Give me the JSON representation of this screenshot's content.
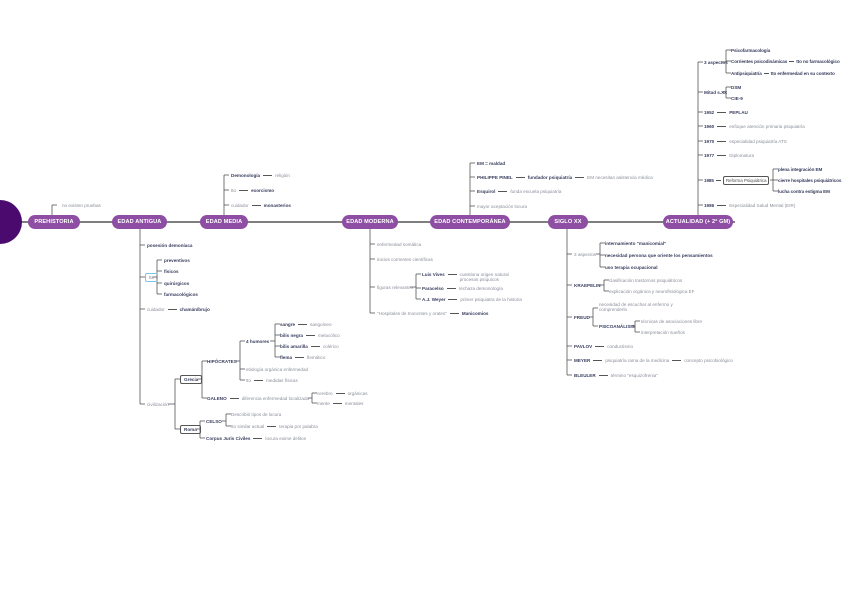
{
  "colors": {
    "root": "#4b0a6e",
    "pill": "#8d4ea3",
    "line": "#555555",
    "text": "#8a8f9c",
    "bold_text": "#3b4060",
    "highlight_box": "#7cc4ea"
  },
  "main": [
    "PREHISTORIA",
    "EDAD ANTIGUA",
    "EDAD MEDIA",
    "EDAD MODERNA",
    "EDAD CONTEMPORÁNEA",
    "SIGLO XX",
    "ACTUALIDAD (+ 2ª GM)"
  ],
  "prehistoria": {
    "a": "no existen pruebas"
  },
  "media": {
    "demonologia": "Demonología",
    "religion": "religión",
    "tto": "tto",
    "exorcismo": "exorcismo",
    "cuidador": "cuidador",
    "monasterios": "monasterios"
  },
  "antigua": {
    "posesion": "posesión demoníaca",
    "tto": "tto",
    "tto_items": [
      "preventivos",
      "físicos",
      "quirúrgicos",
      "farmacológicos"
    ],
    "cuidador": "cuidador",
    "chaman": "chamán/brujo",
    "civilizacion": "civilización",
    "grecia": "Grecia",
    "roma": "Roma",
    "hipocrates": "HIPÓCRATES",
    "humores": "4 humores",
    "humor_items": [
      [
        "sangre",
        "sanguíneo"
      ],
      [
        "bilis negra",
        "melacólico"
      ],
      [
        "bilis amarilla",
        "colérico"
      ],
      [
        "flema",
        "flemático"
      ]
    ],
    "etiologia": "etiología orgánica enfermedad",
    "tto2": "tto",
    "medidas": "medidas físicas",
    "galeno": "GALENO",
    "diferencia": "diferencia enfermedad localizada",
    "cerebro": "cerebro",
    "organicas": "orgánicas",
    "mente": "mente",
    "mentales": "mentales",
    "celso": "CELSO",
    "describio": "Describió tipos de locura",
    "tto_similar": "tto similar actual",
    "terapia": "terapia por palabra",
    "corpus": "Corpus Juris Civiles",
    "exime": "locura exime delitos"
  },
  "moderna": {
    "somatica": "enfermedad somática",
    "inicios": "inicios corrientes científicas",
    "figuras": "figuras relevantes",
    "vives": "Luis Vives",
    "vives_d": "cuestiona origen natural procesos psíquicos",
    "paracelso": "Paracelso",
    "paracelso_d": "rechaza demonología",
    "weyer": "A.J. Weyer",
    "weyer_d": "primer psiquiatra de la historia",
    "hospitales": "\"Hospitales de Inocentes y orates\"",
    "manicomios": "Manicomios"
  },
  "contemporanea": {
    "em": "EM = maldad",
    "pinel": "PHILIPPE PINEL",
    "fundador": "fundador psiquiatría",
    "asistencia": "EM necesitan asistencia médica",
    "esquirol": "Esquirol",
    "funda": "funda escuela psiquiatría",
    "mayor": "mayor aceptación locura"
  },
  "siglo": {
    "aspectos": "3 aspectos",
    "aspectos_items": [
      "internamiento \"manicomial\"",
      "necesidad persona que oriente los pensamientos",
      "uso terapia ocupacional"
    ],
    "kraepelin": "KRAEPELIN",
    "kraepelin_items": [
      "clasificación trastornos psiquiátricos",
      "explicación orgánica y neurofisiológica EF"
    ],
    "freud": "FREUD",
    "freud_a": "necesidad de escuchar al enfermo y comprenderlo",
    "psicoanalisis": "PSICOANÁLISIS",
    "psico_items": [
      "técnicas de asociaciones libre",
      "interpretación sueños"
    ],
    "pavlov": "PAVLOV",
    "conductismo": "conductismo",
    "meyer": "MEYER",
    "meyer_a": "psiquiatría rama de la medicina",
    "meyer_b": "concepto psicobiológico",
    "bleuler": "BLEULER",
    "bleuler_a": "término \"esquizofrenia\""
  },
  "actualidad": {
    "aspectos": "3 aspectos",
    "psicofarma": "Psicofarmacología",
    "corrientes": "Corrientes psicodinámicas",
    "tto_no": "tto no farmacológico",
    "antipsiq": "Antipsiquiatría",
    "tto_ctx": "tto enfermedad en su contexto",
    "mitad": "Mitad s.XX",
    "dsm": "DSM",
    "cie": "CIE-9",
    "years": [
      [
        "1952",
        "PEPLAU"
      ],
      [
        "1960",
        "enfoque atención primaria psiquiatría"
      ],
      [
        "1970",
        "especialidad psiquiatría ATS"
      ],
      [
        "1977",
        "Diplomatura"
      ]
    ],
    "y1985": "1985",
    "reforma": "Reforma Psiquiátrica",
    "reforma_items": [
      "plena integración EM",
      "cierre hospitales psiquiátricos",
      "lucha contra estigma EM"
    ],
    "y1986": "1986",
    "eir": "Especialidad Salud Mental (EIR)"
  }
}
